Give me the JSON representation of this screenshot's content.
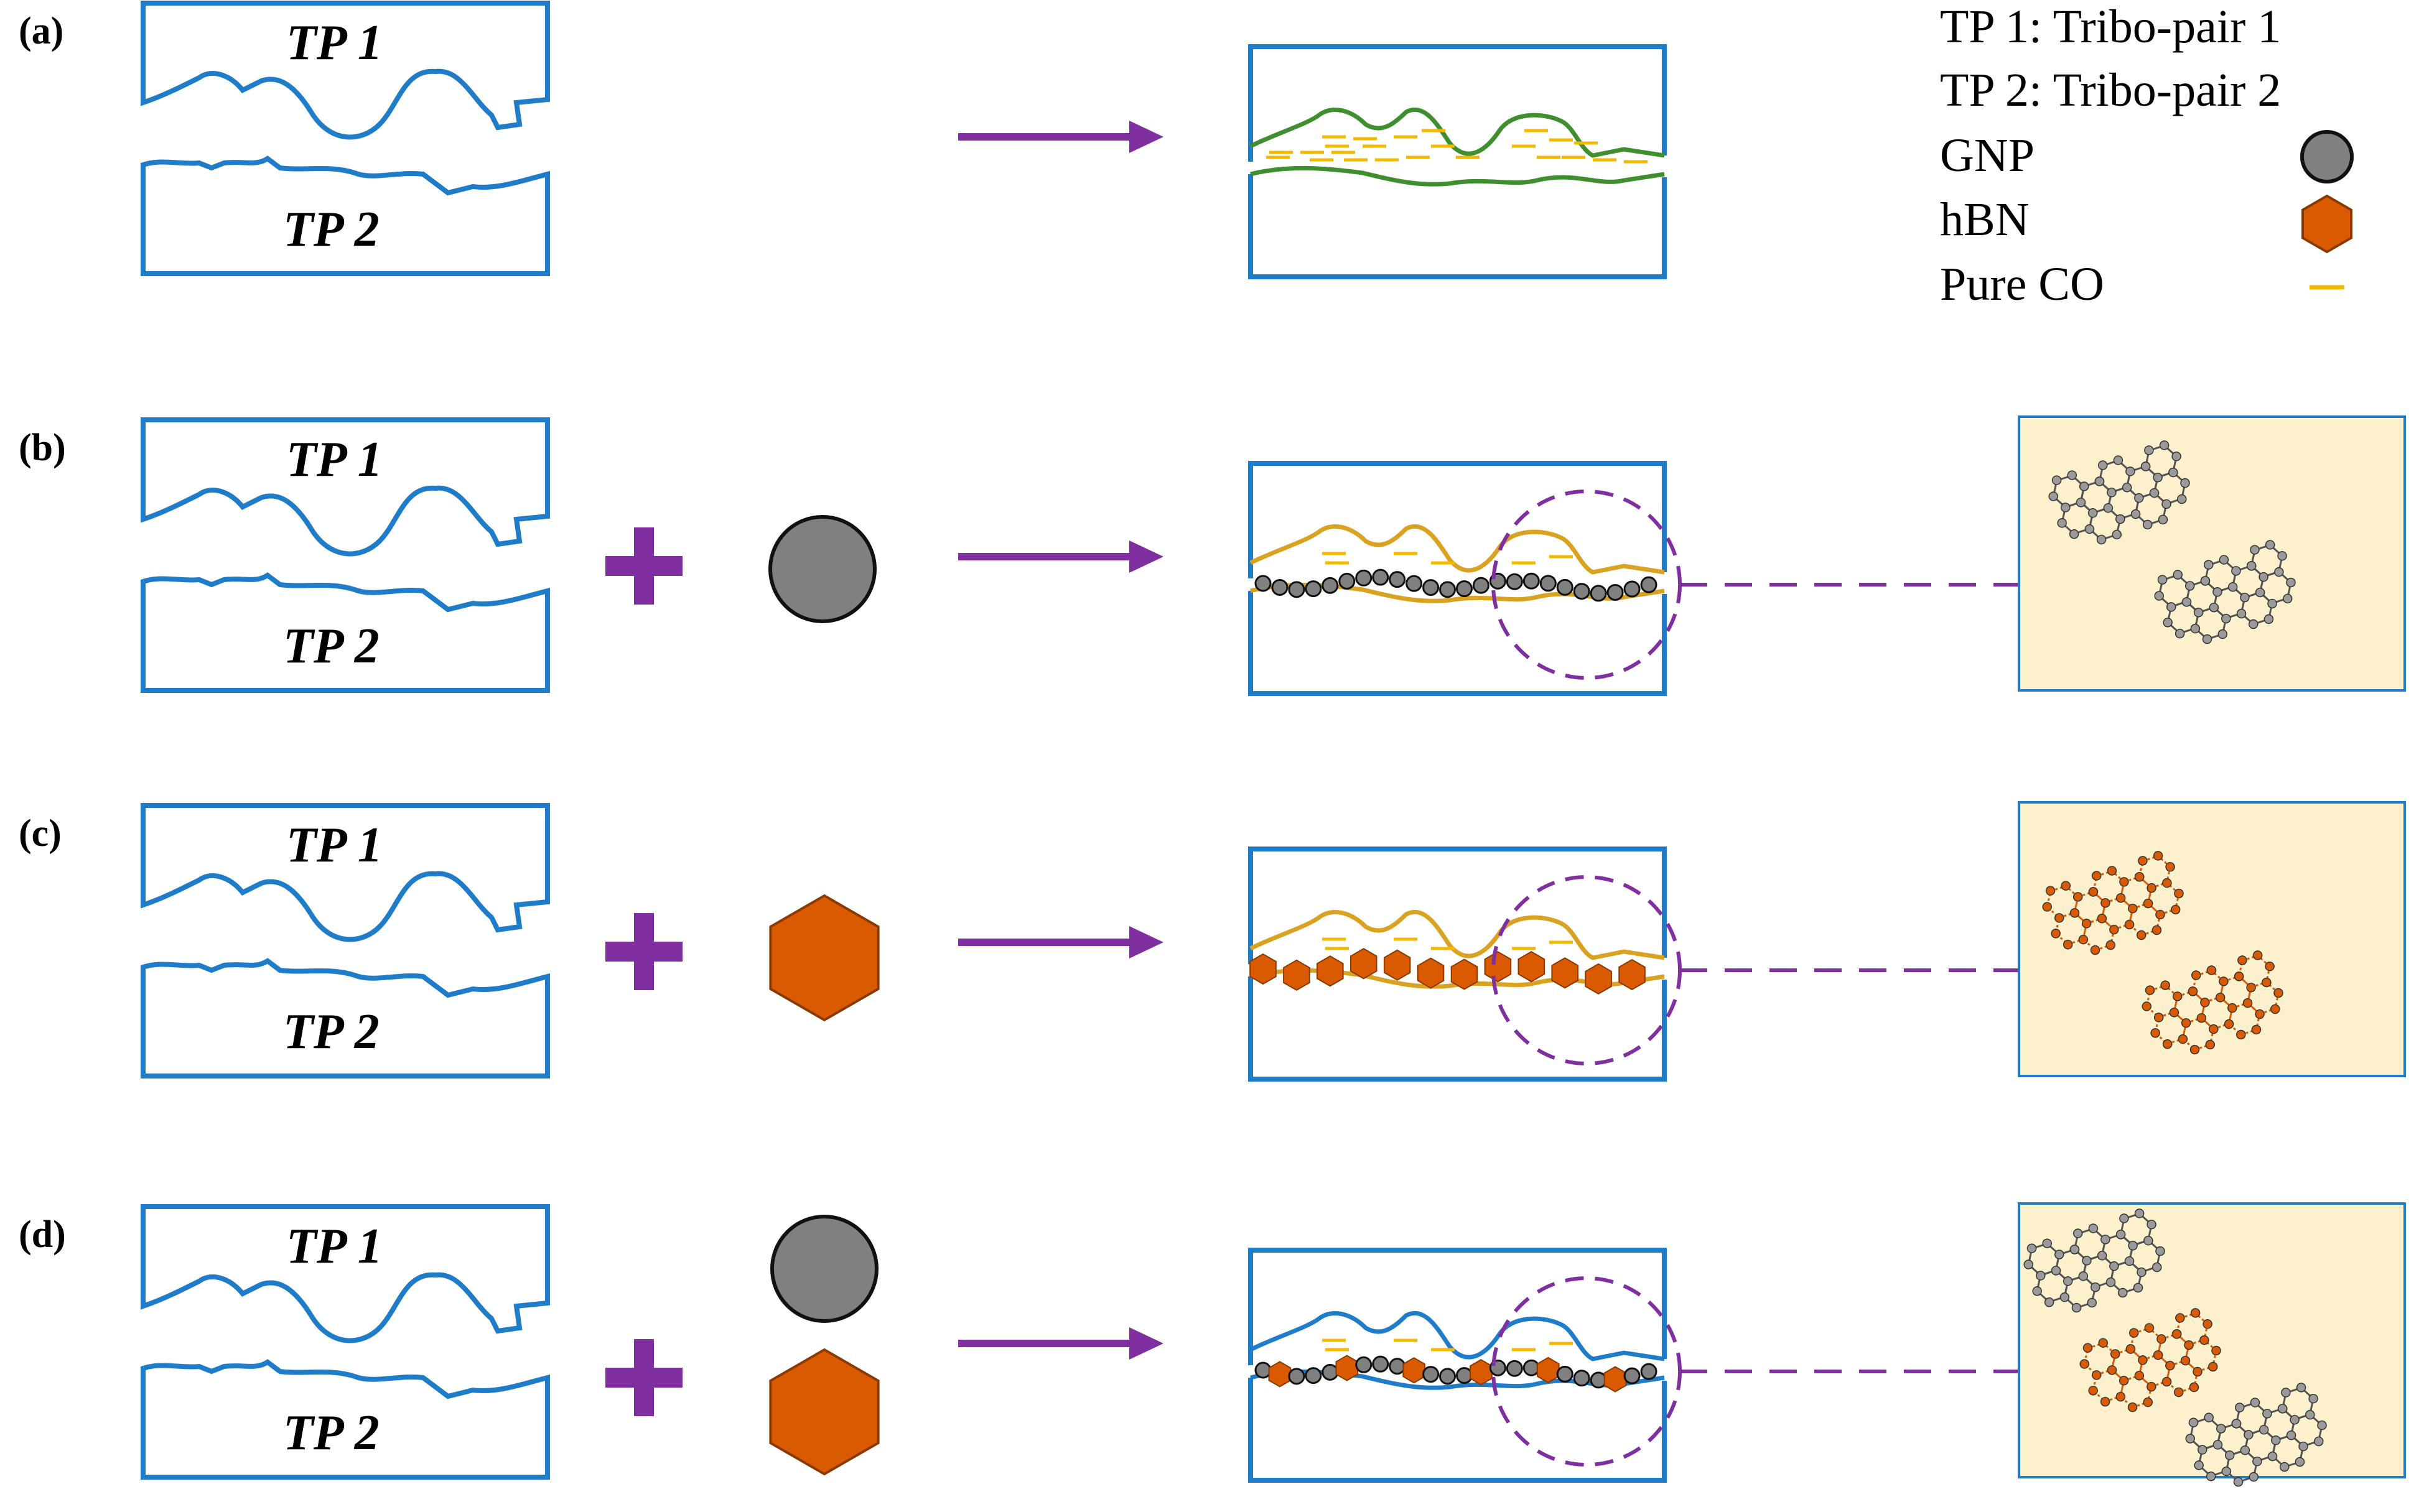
{
  "legend": {
    "tp1": "TP 1: Tribo-pair 1",
    "tp2": "TP 2: Tribo-pair 2",
    "gnp": "GNP",
    "hbn": "hBN",
    "pure_co": "Pure CO"
  },
  "rows": [
    {
      "label": "(a)",
      "tp1": "TP 1",
      "tp2": "TP 2",
      "additives": [],
      "zoom": null
    },
    {
      "label": "(b)",
      "tp1": "TP 1",
      "tp2": "TP 2",
      "additives": [
        "gnp"
      ],
      "zoom": "gnp"
    },
    {
      "label": "(c)",
      "tp1": "TP 1",
      "tp2": "TP 2",
      "additives": [
        "hbn"
      ],
      "zoom": "hbn"
    },
    {
      "label": "(d)",
      "tp1": "TP 1",
      "tp2": "TP 2",
      "additives": [
        "gnp",
        "hbn"
      ],
      "zoom": "both"
    }
  ],
  "colors": {
    "tribo_pair": "#1f7cc8",
    "arrow": "#7f2fa0",
    "gnp": "#808080",
    "hbn": "#d95a00",
    "pure_co": "#f5b800",
    "film_pure": "#3f8f2f",
    "film_additive": "#d9a321",
    "zoom_background": "#fdf0cd"
  }
}
